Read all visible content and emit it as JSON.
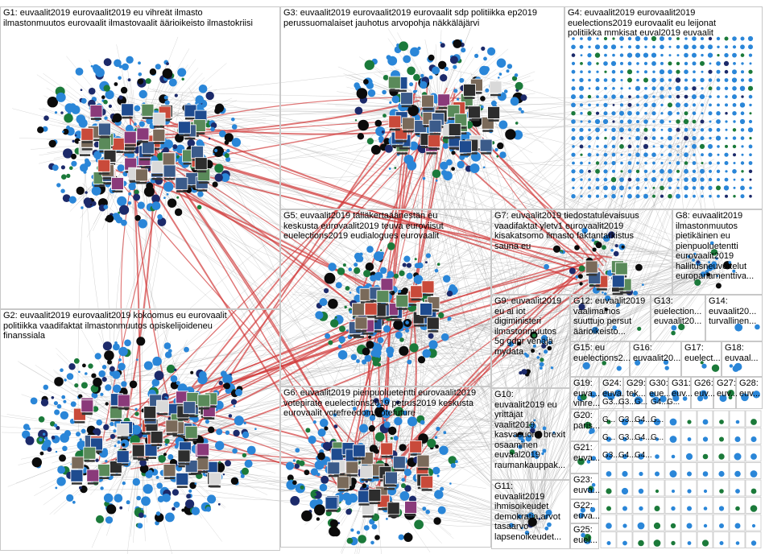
{
  "groups": [
    {
      "id": "G1",
      "label": "G1: euvaalit2019 eurovaalit2019 eu vihreät ilmasto\nilmastonmuutos eurovaalit ilmastovaalit äärioikeisto ilmastokriisi"
    },
    {
      "id": "G2",
      "label": "G2: euvaalit2019 eurovaalit2019 kokoomus eu eurovaalit\npolitiikka vaadifaktat ilmastonmuutos opiskelijoideneu\nfinanssiala"
    },
    {
      "id": "G3",
      "label": "G3: euvaalit2019 eurovaalit2019 eurovaalit sdp politiikka ep2019\nperussuomalaiset jauhotus arvopohja näkkäläjärvi"
    },
    {
      "id": "G4",
      "label": "G4: euvaalit2019 eurovaalit2019\neuelections2019 eurovaalit eu leijonat\npolitiikka mmkisat euval2019 euvaalit"
    },
    {
      "id": "G5",
      "label": "G5: euvaalit2019 tälläkertaäänestän eu\nkeskusta eurovaalit2019 teuva euroviisut\neuelections2019 eudialogues eurovaalit"
    },
    {
      "id": "G6",
      "label": "G6: euvaalit2019 pienpuoluetentti eurovaalit2019\nvotepirate euelections2019 petrus2019 keskusta\neurovaalit votefreedom votefuture"
    },
    {
      "id": "G7",
      "label": "G7: euvaalit2019 tiedostatulevaisuus\nvaadifaktat yletv1 eurovaalit2019\nkisakatsomo ilmasto faktantarkistus\nsauna eu"
    },
    {
      "id": "G8",
      "label": "G8: euvaalit2019\nilmastonmuutos\npietikäinen eu\npienpuoluetentti\neurovaalit2019\nhallitusneuvottelut\neuroparlamenttiva..."
    },
    {
      "id": "G9",
      "label": "G9: euvaalit2019\neu ai iot\ndigiministeri\nilmastonmuutos\n5g gdpr venäjä\nmydata"
    },
    {
      "id": "G10",
      "label": "G10:\neuvaalit2019 eu\nyrittäjät\nvaalit2019\nkasvasuomi brexit\nosaaminen\neuvaal2019\nraumankauppak..."
    },
    {
      "id": "G11",
      "label": "G11:\neuvaalit2019\nihmisoikeudet\ndemokratia arvot\ntasaarvo\nlapsenoikeudet..."
    },
    {
      "id": "G12",
      "label": "G12: euvaalit2019\nvaalimainos\nsuuttujo persut\näärioikeisto..."
    },
    {
      "id": "G13",
      "label": "G13:\neuelection...\neuvaalit20..."
    },
    {
      "id": "G14",
      "label": "G14:\neuvaalit20...\nturvallinen..."
    },
    {
      "id": "G15",
      "label": "G15: eu\neuelections2..."
    },
    {
      "id": "G16",
      "label": "G16:\neuvaalit20..."
    },
    {
      "id": "G17",
      "label": "G17:\neuelect..."
    },
    {
      "id": "G18",
      "label": "G18:\neuvaal..."
    },
    {
      "id": "G19",
      "label": "G19:\neuva...\nvihre..."
    },
    {
      "id": "G20",
      "label": "G20:\nparis..."
    },
    {
      "id": "G21",
      "label": "G21:\neuva..."
    },
    {
      "id": "G22",
      "label": "G22:\neuva..."
    },
    {
      "id": "G23",
      "label": "G23:\neuva..."
    },
    {
      "id": "G24",
      "label": "G24:\neuva..."
    },
    {
      "id": "G25",
      "label": "G25:\neuel..."
    },
    {
      "id": "G26",
      "label": "G26:\neuv..."
    },
    {
      "id": "G27",
      "label": "G27:\neuv..."
    },
    {
      "id": "G28",
      "label": "G28:\neuv..."
    },
    {
      "id": "G29",
      "label": "G29:\ntek..."
    },
    {
      "id": "G30",
      "label": "G30:\neue..."
    },
    {
      "id": "G31",
      "label": "G31:\neuv..."
    }
  ],
  "tiny_group_labels": [
    "G3...",
    "G3...",
    "G...",
    "G4...",
    "G...",
    "G...",
    "G3...",
    "G4...",
    "G...",
    "G...",
    "G3...",
    "G4...",
    "G...",
    "G3...",
    "G4...",
    "G4..."
  ],
  "colors": {
    "background": "#ffffff",
    "edge_gray": "#9a9a9a",
    "edge_red": "#d23a3a",
    "node_blue": "#2a86d8",
    "node_dark": "#0b0b0b",
    "node_green": "#1b7a3a",
    "node_navy": "#1c2a6a",
    "box_border": "#c8c8c8"
  }
}
